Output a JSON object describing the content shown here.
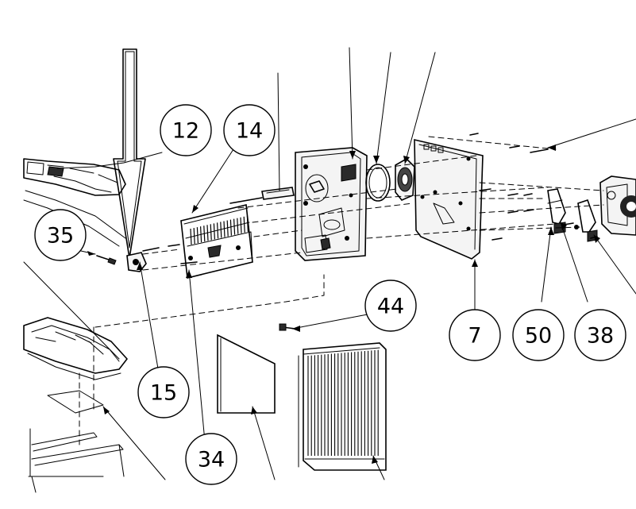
{
  "callouts": [
    {
      "id": "c12",
      "label": "12"
    },
    {
      "id": "c14",
      "label": "14"
    },
    {
      "id": "c35",
      "label": "35"
    },
    {
      "id": "c15",
      "label": "15"
    },
    {
      "id": "c34",
      "label": "34"
    },
    {
      "id": "c44",
      "label": "44"
    },
    {
      "id": "c7",
      "label": "7"
    },
    {
      "id": "c50",
      "label": "50"
    },
    {
      "id": "c38",
      "label": "38"
    }
  ],
  "colors": {
    "line": "#000000",
    "background": "#ffffff",
    "part_fill": "#f4f4f4",
    "dark_fill": "#2a2a2a"
  }
}
